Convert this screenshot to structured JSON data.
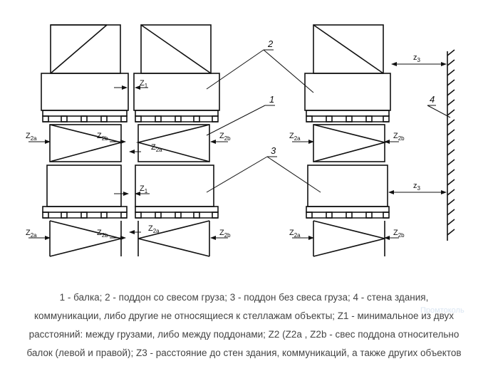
{
  "diagram": {
    "callouts": [
      "1",
      "2",
      "3",
      "4"
    ],
    "dims": {
      "z1": "Z",
      "z1_sub": "1",
      "z2a": "Z",
      "z2a_sub": "2a",
      "z2b": "Z",
      "z2b_sub": "2b",
      "z3": "z",
      "z3_sub": "3"
    }
  },
  "caption": {
    "line1": "1 - балка; 2 - поддон со свесом груза; 3 - поддон без свеса груза; 4 - стена здания,",
    "line2": "коммуникации, либо другие не относящиеся к стеллажам объекты; Z1 - минимальное из двух",
    "line3": "расстояний: между грузами, либо между поддонами; Z2 (Z2a , Z2b - свес поддона относительно",
    "line4": "балок (левой и правой); Z3 - расстояние до стен здания, коммуникаций, а также других объектов"
  },
  "watermark": "Промтоколь"
}
